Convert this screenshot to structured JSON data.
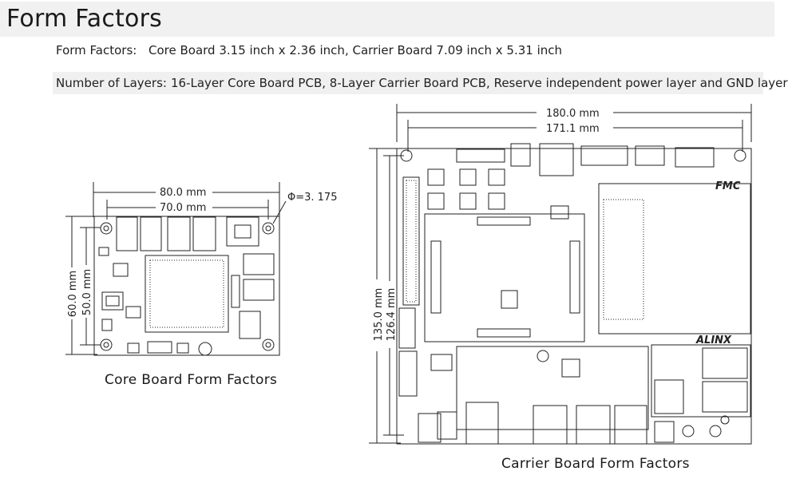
{
  "title": "Form Factors",
  "specs": {
    "form_factors_label": "Form Factors:",
    "form_factors_value": "Core Board 3.15 inch x 2.36 inch, Carrier Board 7.09 inch x 5.31 inch",
    "layers_label": "Number of Layers:",
    "layers_value": "16-Layer Core Board PCB, 8-Layer Carrier Board PCB, Reserve independent power layer and GND layer"
  },
  "core_board": {
    "width_outer": "80.0 mm",
    "width_inner": "70.0 mm",
    "height_outer": "60.0 mm",
    "height_inner": "50.0 mm",
    "hole": "Φ=3. 175",
    "caption": "Core Board Form Factors"
  },
  "carrier_board": {
    "width_outer": "180.0 mm",
    "width_inner": "171.1 mm",
    "height_outer": "135.0 mm",
    "height_inner": "126.4 mm",
    "fmc_label": "FMC",
    "brand": "ALINX",
    "caption": "Carrier Board Form Factors"
  },
  "colors": {
    "line": "#222222",
    "header_bg": "#f1f1f1"
  }
}
